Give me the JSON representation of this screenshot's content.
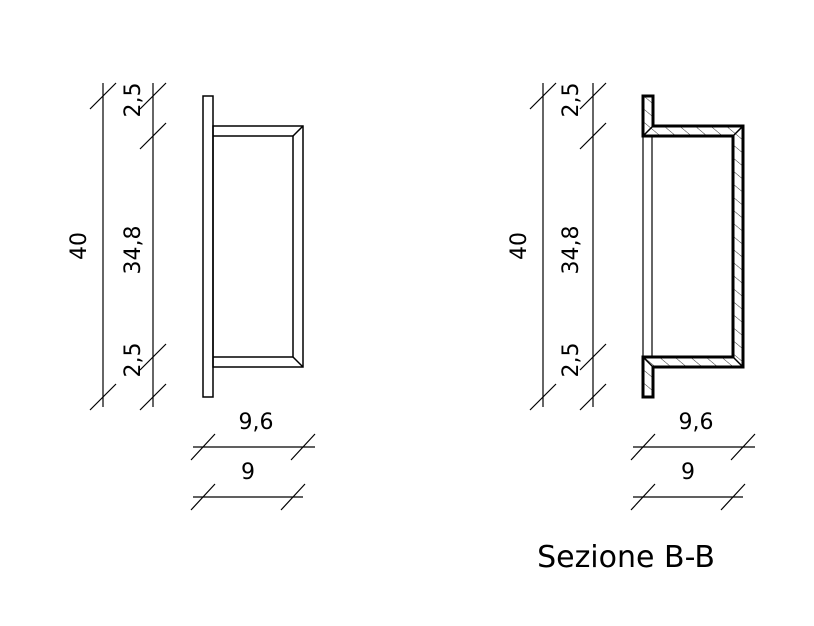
{
  "views": [
    {
      "name": "elevation",
      "dimensions": {
        "total_height": "40",
        "inner_height": "34,8",
        "top_flange": "2,5",
        "bottom_flange": "2,5",
        "total_depth": "9,6",
        "body_depth": "9"
      }
    },
    {
      "name": "section",
      "dimensions": {
        "total_height": "40",
        "inner_height": "34,8",
        "top_flange": "2,5",
        "bottom_flange": "2,5",
        "total_depth": "9,6",
        "body_depth": "9"
      },
      "caption": "Sezione B-B"
    }
  ]
}
